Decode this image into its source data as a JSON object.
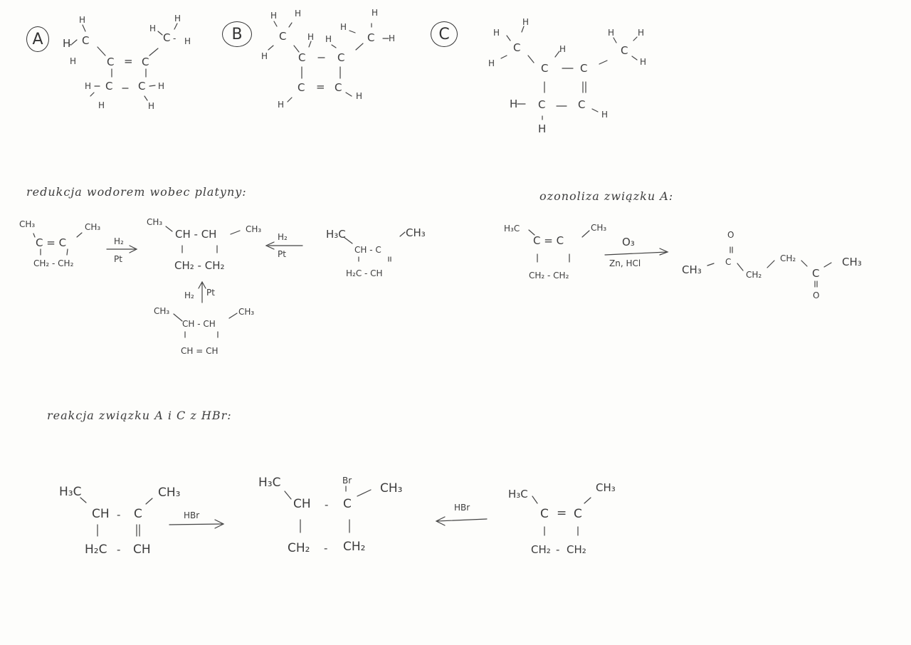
{
  "compounds": {
    "A": {
      "label": "A",
      "atoms": {
        "c1": "C",
        "c2": "C",
        "c3": "C",
        "c4": "C",
        "me1": "C",
        "me2": "C",
        "h": "H",
        "hc_left": "H-C",
        "hc_right": "C-H",
        "hc4": "C-H",
        "h3": "H-C",
        "bond_double": "="
      }
    },
    "B": {
      "label": "B"
    },
    "C": {
      "label": "C"
    }
  },
  "sections": {
    "reduction": {
      "title": "redukcja wodorem wobec platyny:",
      "reagent_top": "H₂",
      "reagent_bottom": "Pt",
      "reactant_A": {
        "left_sub": "CH₃",
        "right_sub": "CH₃",
        "ring_top": "C = C",
        "ring_bottom": "CH₂ - CH₂"
      },
      "product": {
        "left_sub": "CH₃",
        "right_sub": "CH₃",
        "ring_top": "CH - CH",
        "ring_bottom": "CH₂ - CH₂"
      },
      "reactant_C": {
        "left_sub": "H₃C",
        "right_sub": "CH₃",
        "ring_top": "CH - C",
        "ring_bottom": "H₂C - CH"
      },
      "reactant_B": {
        "left_sub": "CH₃",
        "right_sub": "CH₃",
        "ring_top": "CH - CH",
        "ring_bottom": "CH = CH"
      }
    },
    "ozonolysis": {
      "title": "ozonoliza związku A:",
      "reagent_top": "O₃",
      "reagent_bottom": "Zn, HCl",
      "reactant": {
        "left_sub": "H₃C",
        "right_sub": "CH₃",
        "ring_top": "C = C",
        "ring_bottom": "CH₂ - CH₂"
      },
      "product": {
        "ch3_left": "CH₃",
        "c1": "C",
        "o1": "O",
        "ch2a": "CH₂",
        "ch2b": "CH₂",
        "c2": "C",
        "o2": "O",
        "ch3_right": "CH₃"
      }
    },
    "hbr": {
      "title": "reakcja związku A i C z HBr:",
      "reagent": "HBr",
      "reactant_C": {
        "left_sub": "H₃C",
        "right_sub": "CH₃",
        "ring_top_left": "CH",
        "ring_top_right": "C",
        "ring_bottom_left": "H₂C",
        "ring_bottom_right": "CH"
      },
      "product": {
        "left_sub": "H₃C",
        "br": "Br",
        "right_sub": "CH₃",
        "ring_top_left": "CH",
        "ring_top_right": "C",
        "ring_bottom_left": "CH₂",
        "ring_bottom_right": "CH₂"
      },
      "reactant_A": {
        "left_sub": "H₃C",
        "right_sub": "CH₃",
        "ring_top_left": "C",
        "ring_top_right": "C",
        "ring_bottom_left": "CH₂",
        "ring_bottom_right": "CH₂"
      }
    }
  },
  "glyphs": {
    "H": "H",
    "C": "C",
    "eq": "=",
    "dash": "-",
    "dbl": "||"
  }
}
